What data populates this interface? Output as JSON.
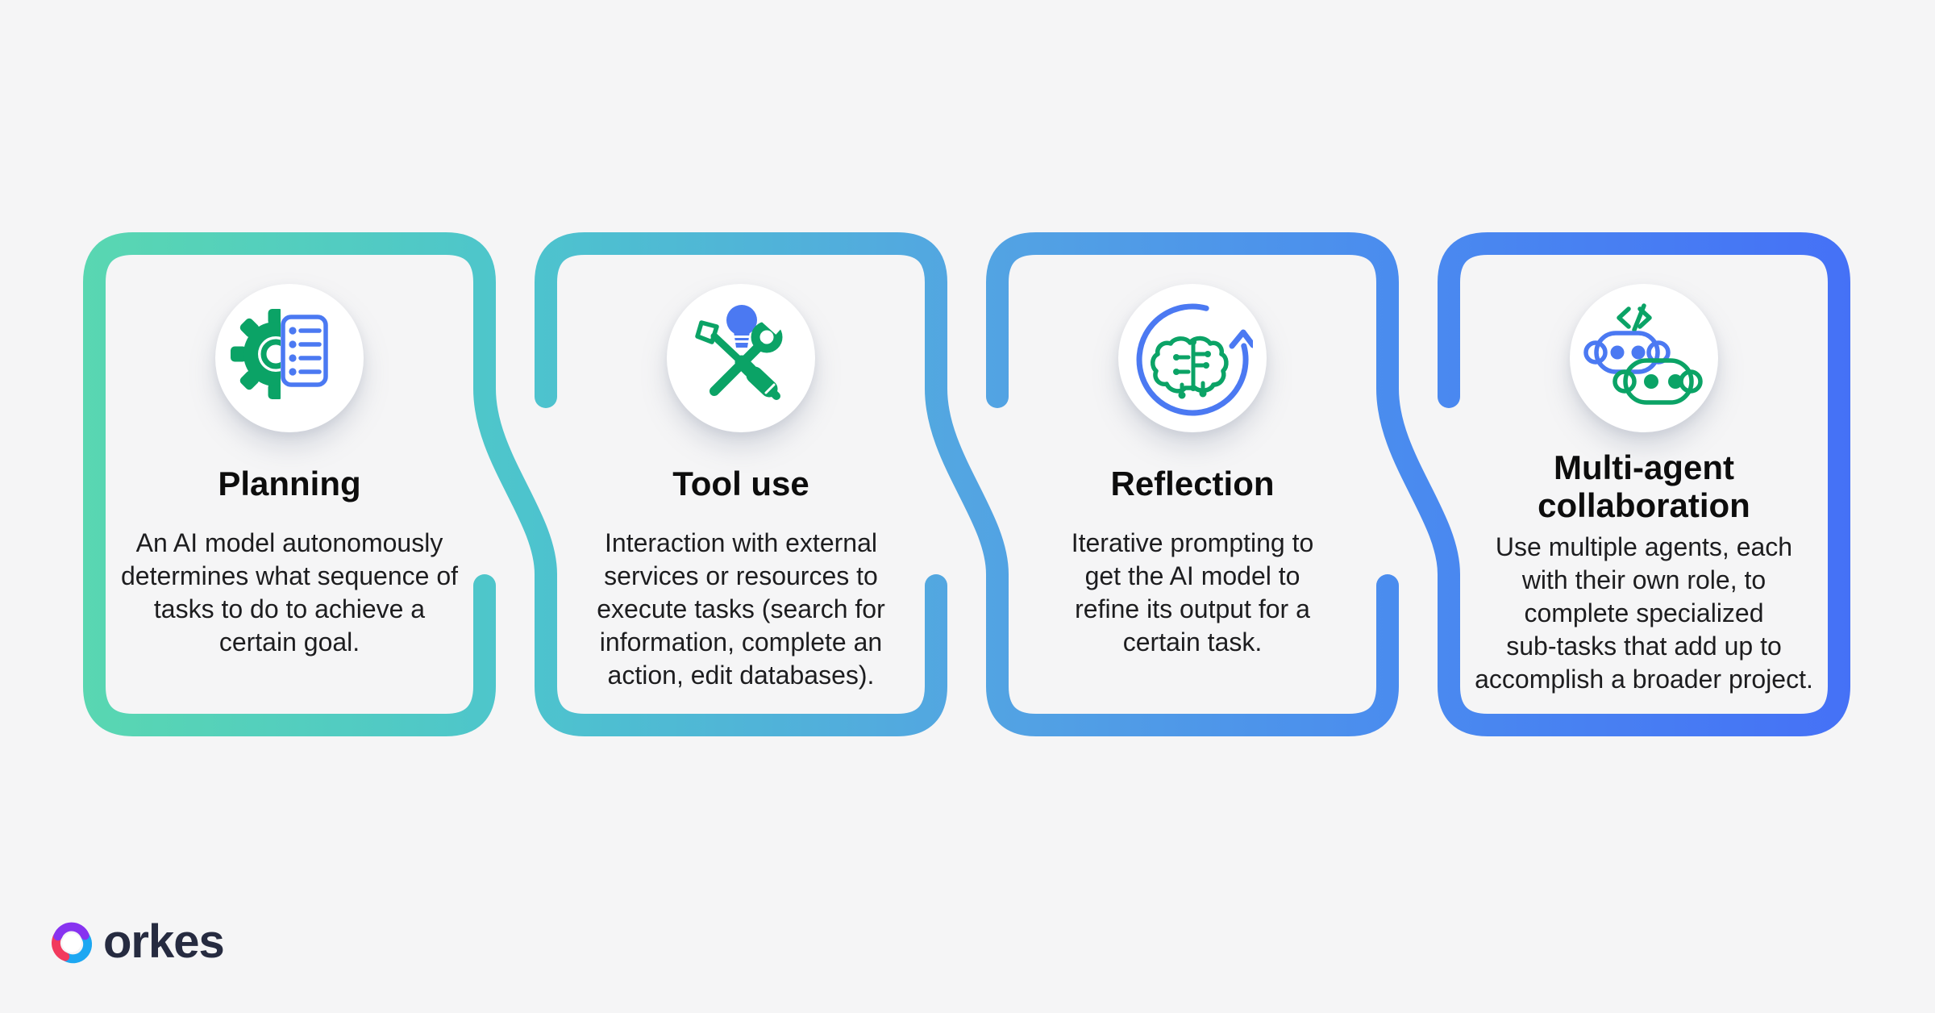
{
  "page": {
    "background": "#f5f5f6"
  },
  "palette": {
    "chain_gradient": [
      "#59d7b1",
      "#4dc4cd",
      "#53a5e2",
      "#4a8bef",
      "#4571f6"
    ],
    "icon_green": "#0ba366",
    "icon_blue": "#4b79f2",
    "title_color": "#0d0d0d",
    "body_color": "#1d1d1f",
    "logo_text_color": "#262b40",
    "logo_mark_red": "#f23a5d",
    "logo_mark_purple": "#8733f0",
    "logo_mark_blue": "#1ca7f2"
  },
  "cards": [
    {
      "title": "Planning",
      "body": "An AI model autonomously\ndetermines what sequence of\ntasks to do to achieve a\ncertain goal.",
      "icon": "gear-checklist-icon"
    },
    {
      "title": "Tool use",
      "body": "Interaction with external\nservices or resources to\nexecute tasks (search for\ninformation, complete an\naction, edit databases).",
      "icon": "lightbulb-tools-icon"
    },
    {
      "title": "Reflection",
      "body": "Iterative prompting to\nget the AI model to\nrefine its output for a\ncertain task.",
      "icon": "circuit-brain-loop-icon"
    },
    {
      "title": "Multi-agent\ncollaboration",
      "body": "Use multiple agents, each\nwith their own role, to\ncomplete specialized\nsub-tasks that add up to\naccomplish a broader project.",
      "icon": "robot-agents-icon"
    }
  ],
  "logo": {
    "text": "orkes"
  }
}
